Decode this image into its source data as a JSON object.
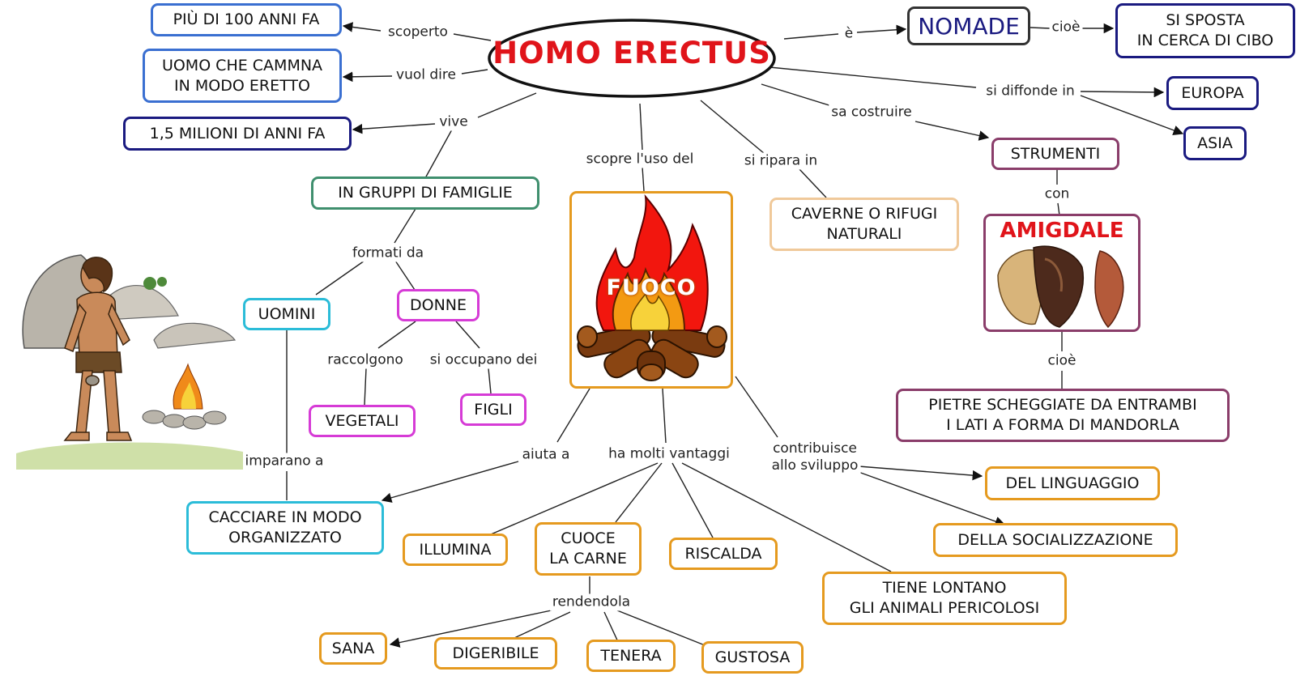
{
  "central": {
    "title": "HOMO ERECTUS"
  },
  "nodes": {
    "piu_di_100": "PIÙ DI 100 ANNI FA",
    "uomo_eretto": "UOMO CHE CAMMNA\nIN MODO ERETTO",
    "milioni": "1,5 MILIONI DI ANNI FA",
    "gruppi": "IN GRUPPI DI FAMIGLIE",
    "uomini": "UOMINI",
    "donne": "DONNE",
    "vegetali": "VEGETALI",
    "figli": "FIGLI",
    "cacciare": "CACCIARE IN MODO\nORGANIZZATO",
    "fuoco": "FUOCO",
    "illumina": "ILLUMINA",
    "cuoce": "CUOCE\nLA CARNE",
    "riscalda": "RISCALDA",
    "tiene_lontano": "TIENE LONTANO\nGLI ANIMALI PERICOLOSI",
    "sana": "SANA",
    "digeribile": "DIGERIBILE",
    "tenera": "TENERA",
    "gustosa": "GUSTOSA",
    "caverne": "CAVERNE O RIFUGI\nNATURALI",
    "nomade": "NOMADE",
    "si_sposta": "SI SPOSTA\nIN CERCA DI CIBO",
    "europa": "EUROPA",
    "asia": "ASIA",
    "strumenti": "STRUMENTI",
    "amigdale": "AMIGDALE",
    "pietre": "PIETRE SCHEGGIATE DA ENTRAMBI\nI LATI A FORMA DI MANDORLA",
    "linguaggio": "DEL LINGUAGGIO",
    "socializzazione": "DELLA SOCIALIZZAZIONE"
  },
  "links": {
    "scoperto": "scoperto",
    "vuol_dire": "vuol dire",
    "vive": "vive",
    "formati_da": "formati da",
    "raccolgono": "raccolgono",
    "si_occupano_dei": "si occupano dei",
    "imparano_a": "imparano a",
    "scopre_luso_del": "scopre l'uso del",
    "si_ripara_in": "si ripara in",
    "sa_costruire": "sa costruire",
    "e": "è",
    "cioe_nomade": "cioè",
    "si_diffonde_in": "si diffonde in",
    "con": "con",
    "cioe_amigdale": "cioè",
    "aiuta_a": "aiuta a",
    "ha_molti_vantaggi": "ha molti vantaggi",
    "contribuisce": "contribuisce\nallo sviluppo",
    "rendendola": "rendendola"
  },
  "colors": {
    "title": "#e0141a",
    "blue": "#3a6fd1",
    "navy": "#1a1a80",
    "green": "#3f8f6e",
    "cyan": "#2bbcd8",
    "magenta": "#d63bd6",
    "orange": "#e59a1f",
    "peach": "#f0c99a",
    "plum": "#8a3d6a"
  },
  "illustrations": [
    "fire-icon",
    "caveman-illustration",
    "hand-axe-icon"
  ]
}
